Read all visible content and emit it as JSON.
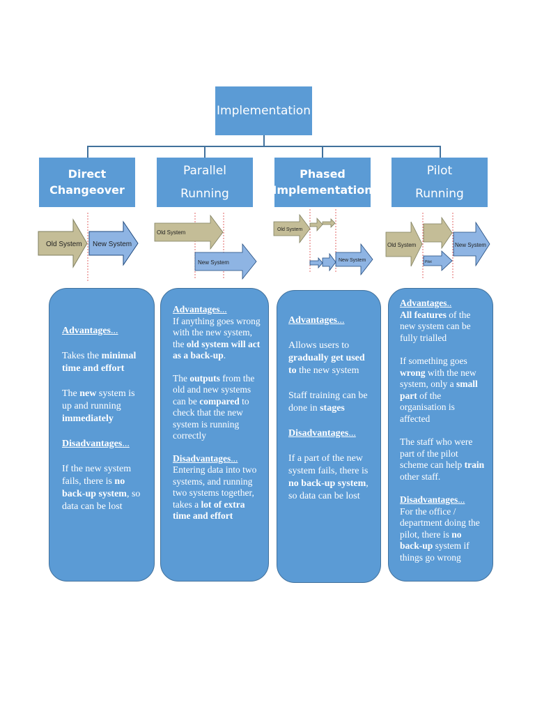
{
  "root": {
    "label": "Implementation"
  },
  "colors": {
    "box_fill": "#5b9bd5",
    "box_border": "#41719c",
    "connector": "#41719c",
    "old_system_arrow": "#c4bd97",
    "new_system_arrow": "#8eb4e3",
    "cutover_line": "#e06666",
    "text_on_box": "#ffffff"
  },
  "methods": [
    {
      "id": "direct-changeover",
      "title_lines": [
        "Direct",
        "Changeover"
      ],
      "diagram": {
        "old_label": "Old System",
        "new_label": "New System"
      },
      "card": {
        "advantages_heading": "Advantages",
        "advantages_suffix": "...",
        "adv1": {
          "a": "Takes the ",
          "b": "minimal time and effort"
        },
        "adv2": {
          "a": "The ",
          "b": "new",
          "c": " system is up and running ",
          "d": "immediately"
        },
        "disadvantages_heading": "Disadvantages",
        "disadvantages_suffix": "...",
        "dis1": {
          "a": "If the new system fails, there is ",
          "b": "no back-up system",
          "c": ", so data can be lost"
        }
      }
    },
    {
      "id": "parallel-running",
      "title_lines": [
        "Parallel",
        "Running"
      ],
      "diagram": {
        "old_label": "Old System",
        "new_label": "New System"
      },
      "card": {
        "advantages_heading": "Advantages",
        "advantages_suffix": "...",
        "adv1": {
          "a": "If anything goes wrong with the new system, the ",
          "b": "old system will act as a back-up",
          "c": "."
        },
        "adv2": {
          "a": "The ",
          "b": "outputs",
          "c": " from the old and new systems can be ",
          "d": "compared",
          "e": " to check that the new system is running correctly"
        },
        "disadvantages_heading": "Disadvantages",
        "disadvantages_suffix": "...",
        "dis1": {
          "a": "Entering data into two systems, and running two systems together, takes a ",
          "b": "lot of extra time and effort"
        }
      }
    },
    {
      "id": "phased-implementation",
      "title_lines": [
        "Phased",
        "Implementation"
      ],
      "diagram": {
        "old_label": "Old System",
        "new_label": "New System"
      },
      "card": {
        "advantages_heading": "Advantages",
        "advantages_suffix": "...",
        "adv1": {
          "a": "Allows users to ",
          "b": "gradually get used to",
          "c": " the new system"
        },
        "adv2": {
          "a": "Staff training can be done in ",
          "b": "stages"
        },
        "disadvantages_heading": "Disadvantages",
        "disadvantages_suffix": "...",
        "dis1": {
          "a": "If a part of the new system fails, there is ",
          "b": "no back-up system",
          "c": ", so data can be lost"
        }
      }
    },
    {
      "id": "pilot-running",
      "title_lines": [
        "Pilot",
        "Running"
      ],
      "diagram": {
        "old_label": "Old System",
        "new_label": "New System",
        "pilot_label": "Pilot"
      },
      "card": {
        "advantages_heading": "Advantages",
        "advantages_suffix": "..",
        "adv1": {
          "b": "All features",
          "c": " of the new system can be fully trialled"
        },
        "adv2": {
          "a": "If something goes ",
          "b": "wrong",
          "c": " with the new system, only a ",
          "d": "small part",
          "e": " of the organisation is affected"
        },
        "adv3": {
          "a": "The staff who were part of the pilot scheme can help ",
          "b": "train",
          "c": " other staff."
        },
        "disadvantages_heading": "Disadvantages",
        "disadvantages_suffix": "...",
        "dis1": {
          "a": "For the office / department doing the pilot, there is ",
          "b": "no back-up",
          "c": " system if things go wrong"
        }
      }
    }
  ]
}
